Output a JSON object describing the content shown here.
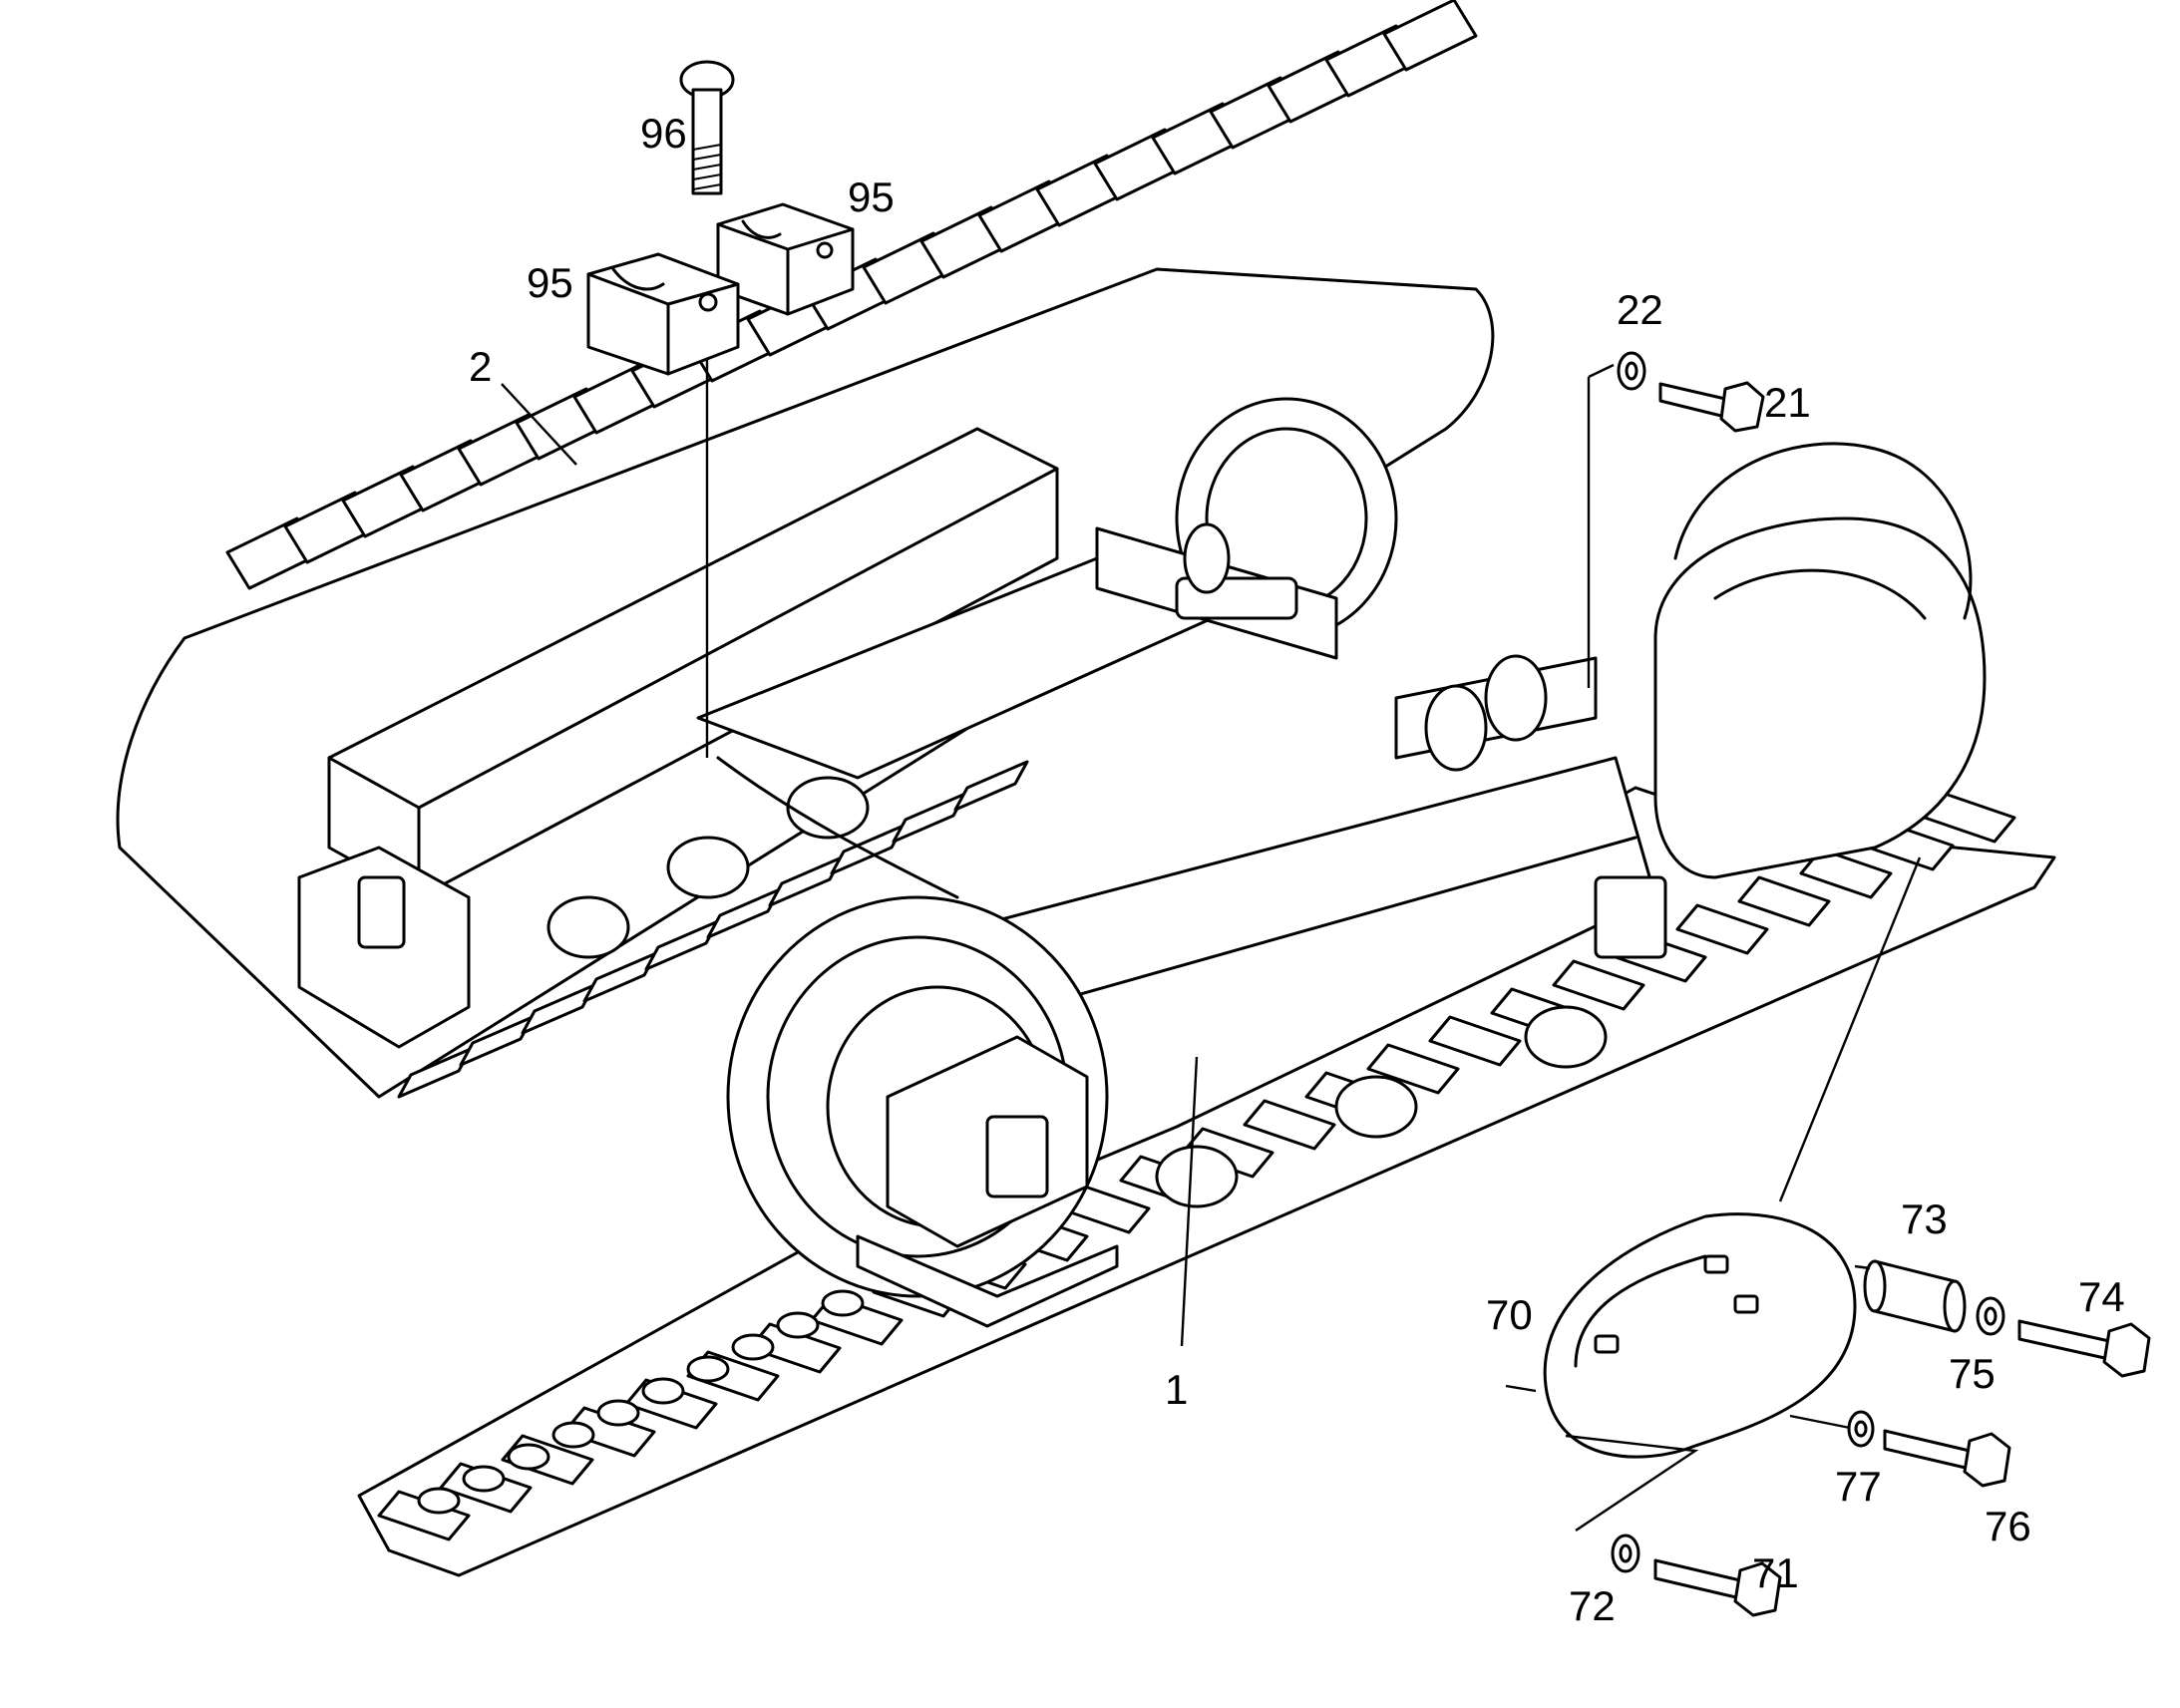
{
  "figure": {
    "type": "exploded parts diagram",
    "subject": "crawler undercarriage",
    "line_color": "#000000",
    "background": "#ffffff"
  },
  "callouts": {
    "c96": "96",
    "c95a": "95",
    "c95b": "95",
    "c2": "2",
    "c22": "22",
    "c21": "21",
    "c1": "1",
    "c73": "73",
    "c70": "70",
    "c74": "74",
    "c75": "75",
    "c77": "77",
    "c76": "76",
    "c72": "72",
    "c71": "71"
  }
}
